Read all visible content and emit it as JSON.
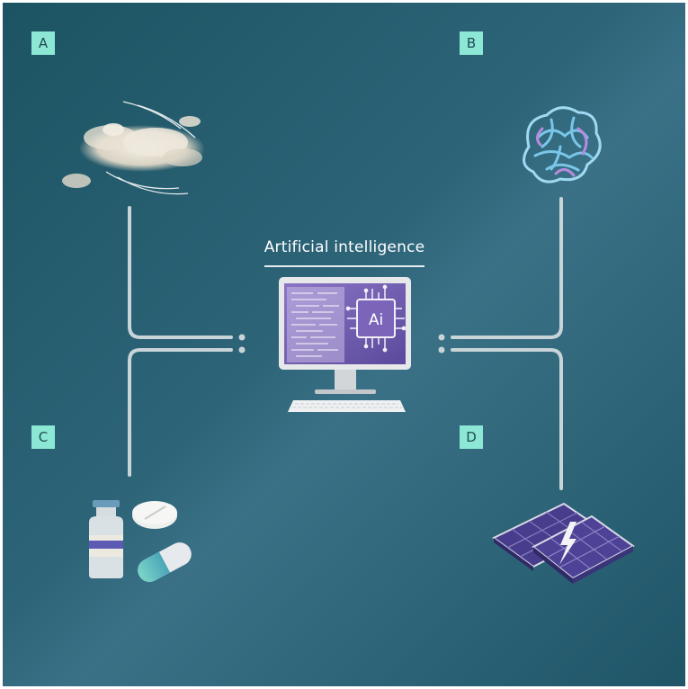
{
  "diagram": {
    "center_label": "Artificial intelligence",
    "chip_label": "Ai",
    "panels": [
      {
        "tag": "A",
        "icon": "cloud-icon"
      },
      {
        "tag": "B",
        "icon": "brain-icon"
      },
      {
        "tag": "C",
        "icon": "medicine-icon"
      },
      {
        "tag": "D",
        "icon": "solar-panel-icon"
      }
    ]
  },
  "colors": {
    "background": "#245c6e",
    "tag": "#8ce8d4",
    "connector": "#c8d4d8",
    "screen": "#6c5aa8",
    "solar": "#4a3f8e"
  }
}
